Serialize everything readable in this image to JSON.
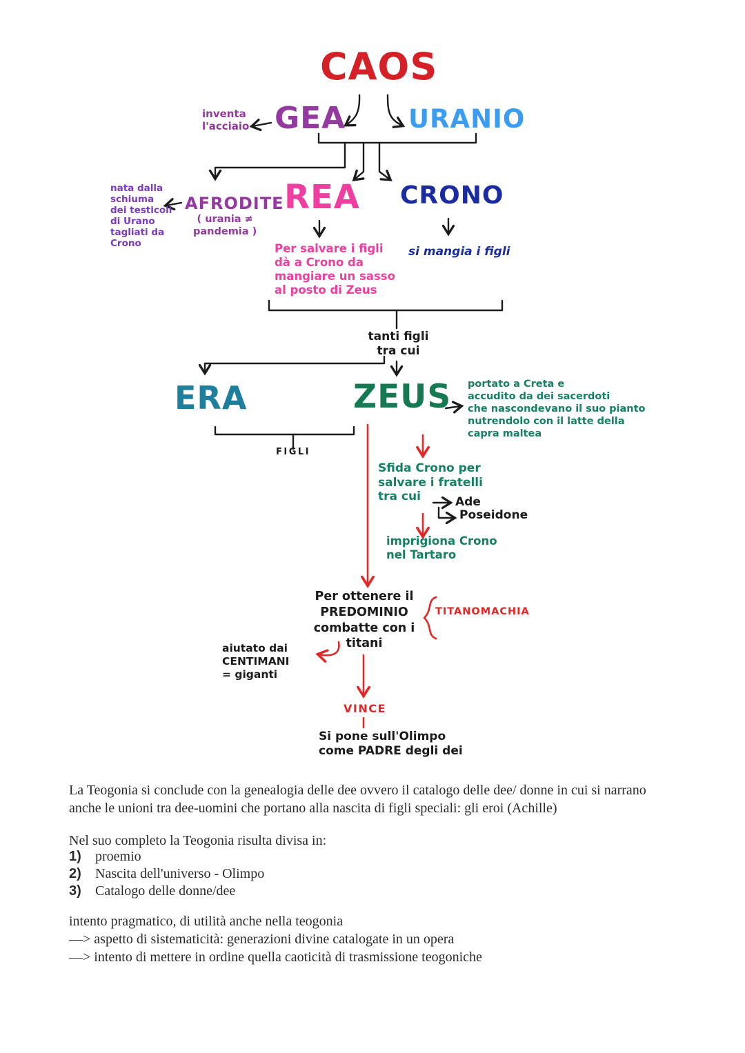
{
  "diagram": {
    "caos": "CAOS",
    "gea": "GEA",
    "uranio": "URANIO",
    "gea_note": "inventa\nl'acciaio",
    "afrodite_note": "nata dalla\nschiuma\ndei testicoli\ndi Urano\ntagliati da\nCrono",
    "afrodite": "AFRODITE",
    "afrodite_sub": "( urania ≠\npandemia )",
    "rea": "REA",
    "crono": "CRONO",
    "rea_note": "Per salvare i figli\ndà a Crono da\nmangiare un sasso\nal posto di Zeus",
    "crono_note": "si mangia i figli",
    "tanti_figli": "tanti figli\ntra cui",
    "era": "ERA",
    "zeus": "ZEUS",
    "figli_label": "FIGLI",
    "zeus_note": "portato a Creta e\naccudito da dei sacerdoti\nche nascondevano il suo pianto\nnutrendolo con il latte della\ncapra maltea",
    "sfida_note": "Sfida Crono per\nsalvare i fratelli\ntra cui",
    "ade": "Ade",
    "poseidone": "Poseidone",
    "imprigiona_note": "imprigiona Crono\nnel Tartaro",
    "predominio_note": "Per ottenere il\nPREDOMINIO\ncombatte con i\ntitani",
    "titanomachia": "TITANOMACHIA",
    "aiutato_note": "aiutato dai\nCENTIMANI\n= giganti",
    "vince": "VINCE",
    "olimpo_note": "Si pone sull'Olimpo\ncome PADRE degli dei"
  },
  "text": {
    "paragraph1": "La Teogonia si conclude con la genealogia delle dee ovvero il catalogo delle dee/ donne in cui si narrano anche le unioni tra dee-uomini che portano alla nascita di figli speciali: gli eroi (Achille)",
    "paragraph2_intro": "Nel suo completo la Teogonia risulta divisa in:",
    "list": [
      {
        "num": "1)",
        "text": "proemio"
      },
      {
        "num": "2)",
        "text": "Nascita dell'universo - Olimpo"
      },
      {
        "num": "3)",
        "text": "Catalogo delle donne/dee"
      }
    ],
    "paragraph3_line1": "intento pragmatico, di utilità anche nella teogonia",
    "paragraph3_line2": "—> aspetto di sistematicità: generazioni divine catalogate in un opera",
    "paragraph3_line3": "—> intento di mettere in ordine quella caoticità di trasmissione teogoniche"
  },
  "colors": {
    "caos_red": "#d42127",
    "purple": "#93399f",
    "violet_note": "#7c3ac1",
    "uranio_blue": "#3b9df2",
    "rea_pink": "#ee3fa0",
    "crono_navy": "#1b2ca0",
    "era_teal": "#1d7f9b",
    "zeus_green": "#157a52",
    "note_green": "#168064",
    "ink_black": "#1b1b1b",
    "arrow_red": "#e32726",
    "typed_text": "#2b2b2b"
  }
}
